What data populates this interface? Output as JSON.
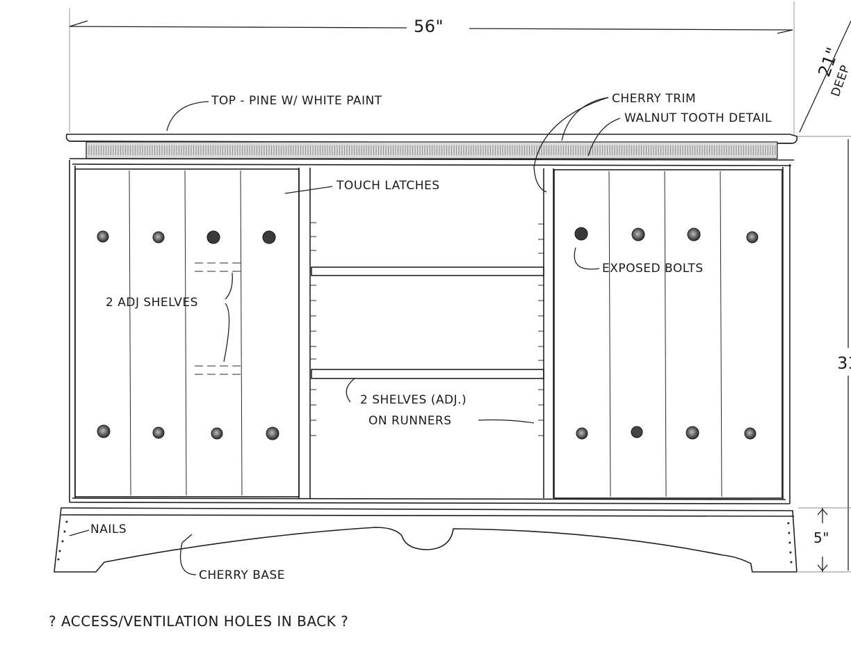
{
  "dimensions": {
    "width": "56\"",
    "depth_value": "21\"",
    "depth_word": "DEEP",
    "height_partial": "33",
    "base_height": "5\""
  },
  "labels": {
    "top": "TOP - PINE W/ WHITE PAINT",
    "cherry_trim": "CHERRY TRIM",
    "walnut_tooth": "WALNUT TOOTH DETAIL",
    "touch_latches": "TOUCH LATCHES",
    "exposed_bolts": "EXPOSED BOLTS",
    "adj_shelves_left": "2 ADJ SHELVES",
    "shelves_center_line1": "2 SHELVES (ADJ.)",
    "shelves_center_line2": "ON RUNNERS",
    "nails": "NAILS",
    "cherry_base": "CHERRY BASE"
  },
  "footnote": "? ACCESS/VENTILATION HOLES IN BACK ?"
}
